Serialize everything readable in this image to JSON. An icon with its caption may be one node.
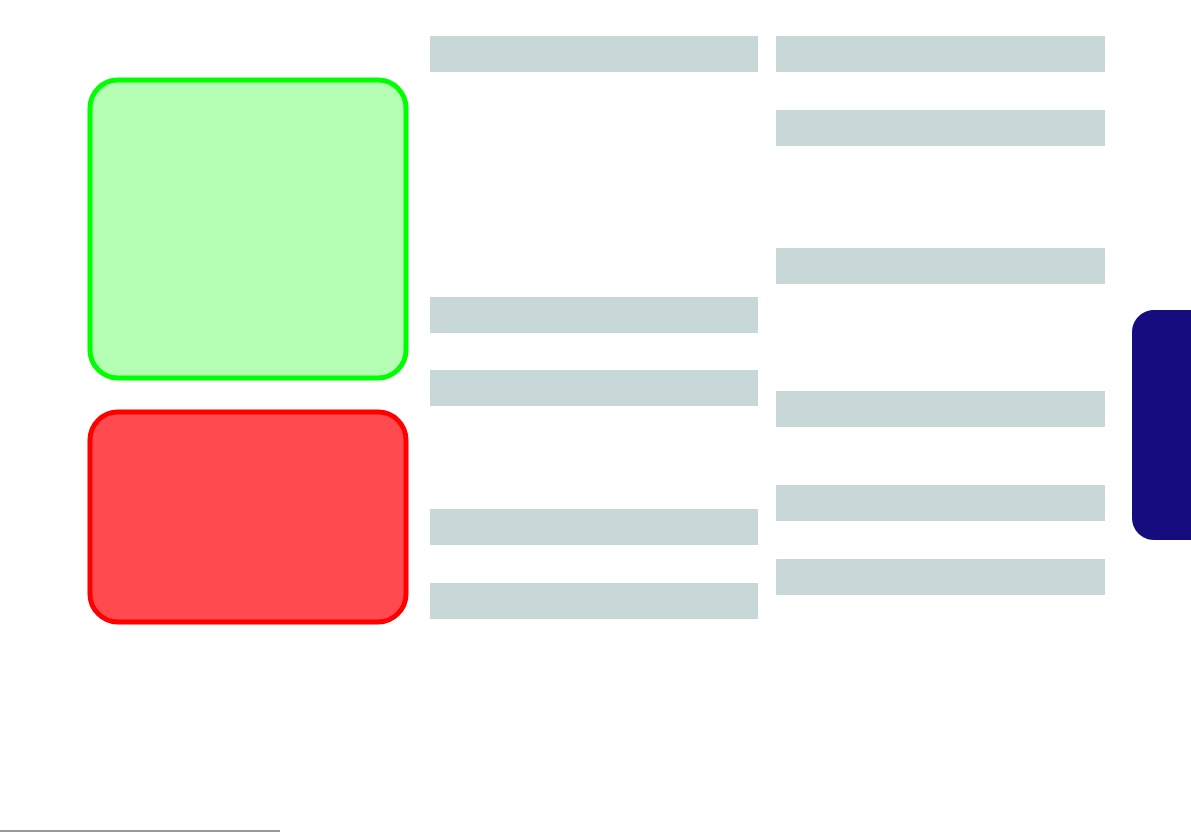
{
  "diagram": {
    "nodes": [
      {
        "text": [],
        "shape": "box"
      },
      {
        "text": [],
        "shape": "box"
      },
      {
        "text": [],
        "shape": "bar"
      },
      {
        "text": [],
        "shape": "bar"
      },
      {
        "text": [],
        "shape": "bar"
      },
      {
        "text": [],
        "shape": "bar"
      },
      {
        "text": [],
        "shape": "bar"
      },
      {
        "text": [],
        "shape": "bar"
      },
      {
        "text": [],
        "shape": "bar"
      },
      {
        "text": [],
        "shape": "bar"
      },
      {
        "text": [],
        "shape": "bar"
      },
      {
        "text": [],
        "shape": "bar"
      },
      {
        "text": [],
        "shape": "bar"
      },
      {
        "text": [],
        "shape": "box"
      }
    ]
  }
}
